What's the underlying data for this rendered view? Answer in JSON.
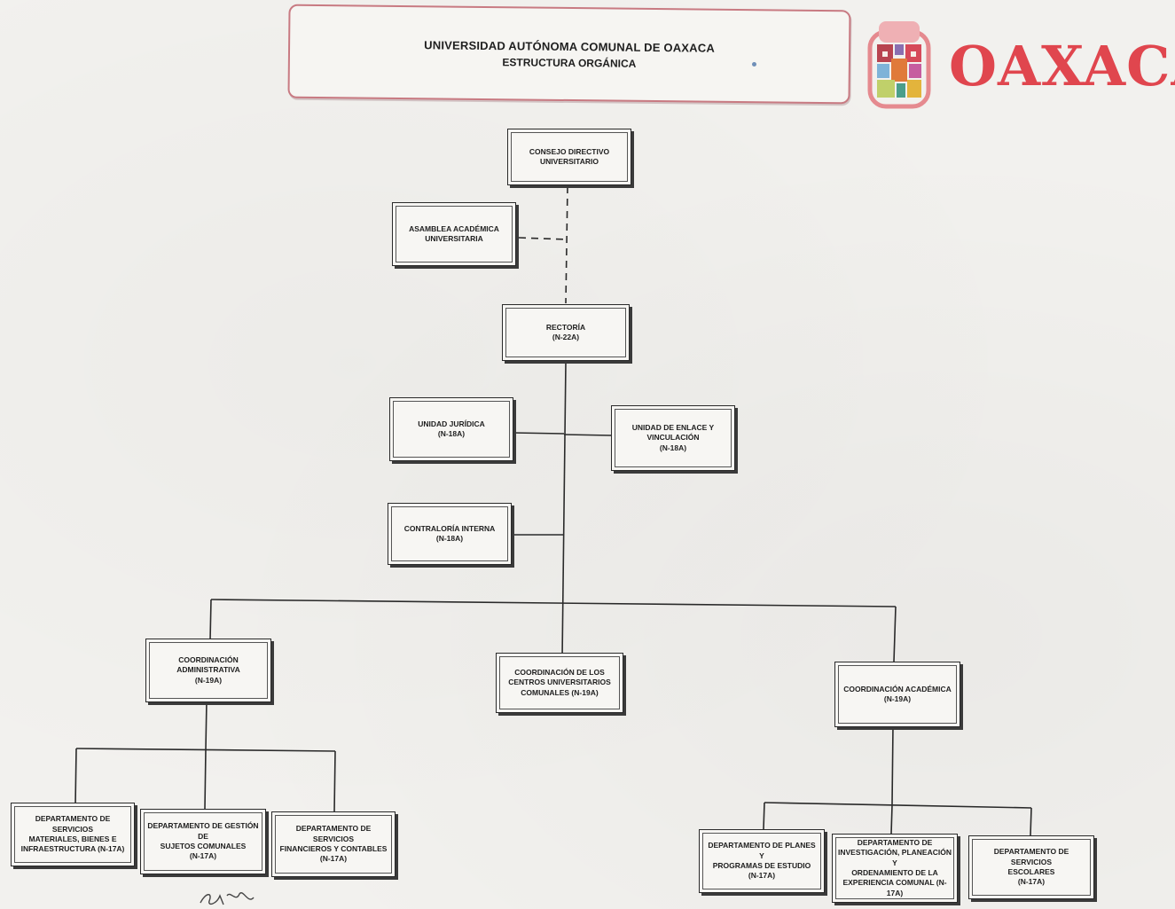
{
  "header": {
    "title": "UNIVERSIDAD AUTÓNOMA COMUNAL DE OAXACA",
    "subtitle": "ESTRUCTURA ORGÁNICA"
  },
  "logo": {
    "word": "OAXACA",
    "icon": "oaxaca-emblem-icon"
  },
  "colors": {
    "header_border": "#c87a82",
    "logo_red": "#e0464e",
    "lines": "#2a2a2a"
  },
  "nodes": {
    "consejo": "CONSEJO DIRECTIVO\nUNIVERSITARIO",
    "asamblea": "ASAMBLEA ACADÉMICA\nUNIVERSITARIA",
    "rectoria": "RECTORÍA\n(N-22A)",
    "juridica": "UNIDAD JURÍDICA\n(N-18A)",
    "enlace": "UNIDAD DE ENLACE Y\nVINCULACIÓN\n(N-18A)",
    "contraloria": "CONTRALORÍA INTERNA\n(N-18A)",
    "coord_admin": "COORDINACIÓN\nADMINISTRATIVA\n(N-19A)",
    "coord_centros": "COORDINACIÓN DE LOS\nCENTROS UNIVERSITARIOS\nCOMUNALES (N-19A)",
    "coord_academica": "COORDINACIÓN ACADÉMICA\n(N-19A)",
    "dep_materiales": "DEPARTAMENTO DE SERVICIOS\nMATERIALES, BIENES E\nINFRAESTRUCTURA (N-17A)",
    "dep_gestion": "DEPARTAMENTO DE GESTIÓN DE\nSUJETOS COMUNALES\n(N-17A)",
    "dep_financieros": "DEPARTAMENTO DE SERVICIOS\nFINANCIEROS Y CONTABLES\n(N-17A)",
    "dep_planes": "DEPARTAMENTO DE PLANES Y\nPROGRAMAS DE ESTUDIO\n(N-17A)",
    "dep_investigacion": "DEPARTAMENTO DE\nINVESTIGACIÓN, PLANEACIÓN Y\nORDENAMIENTO DE LA\nEXPERIENCIA COMUNAL (N-17A)",
    "dep_escolares": "DEPARTAMENTO DE SERVICIOS\nESCOLARES\n(N-17A)"
  }
}
